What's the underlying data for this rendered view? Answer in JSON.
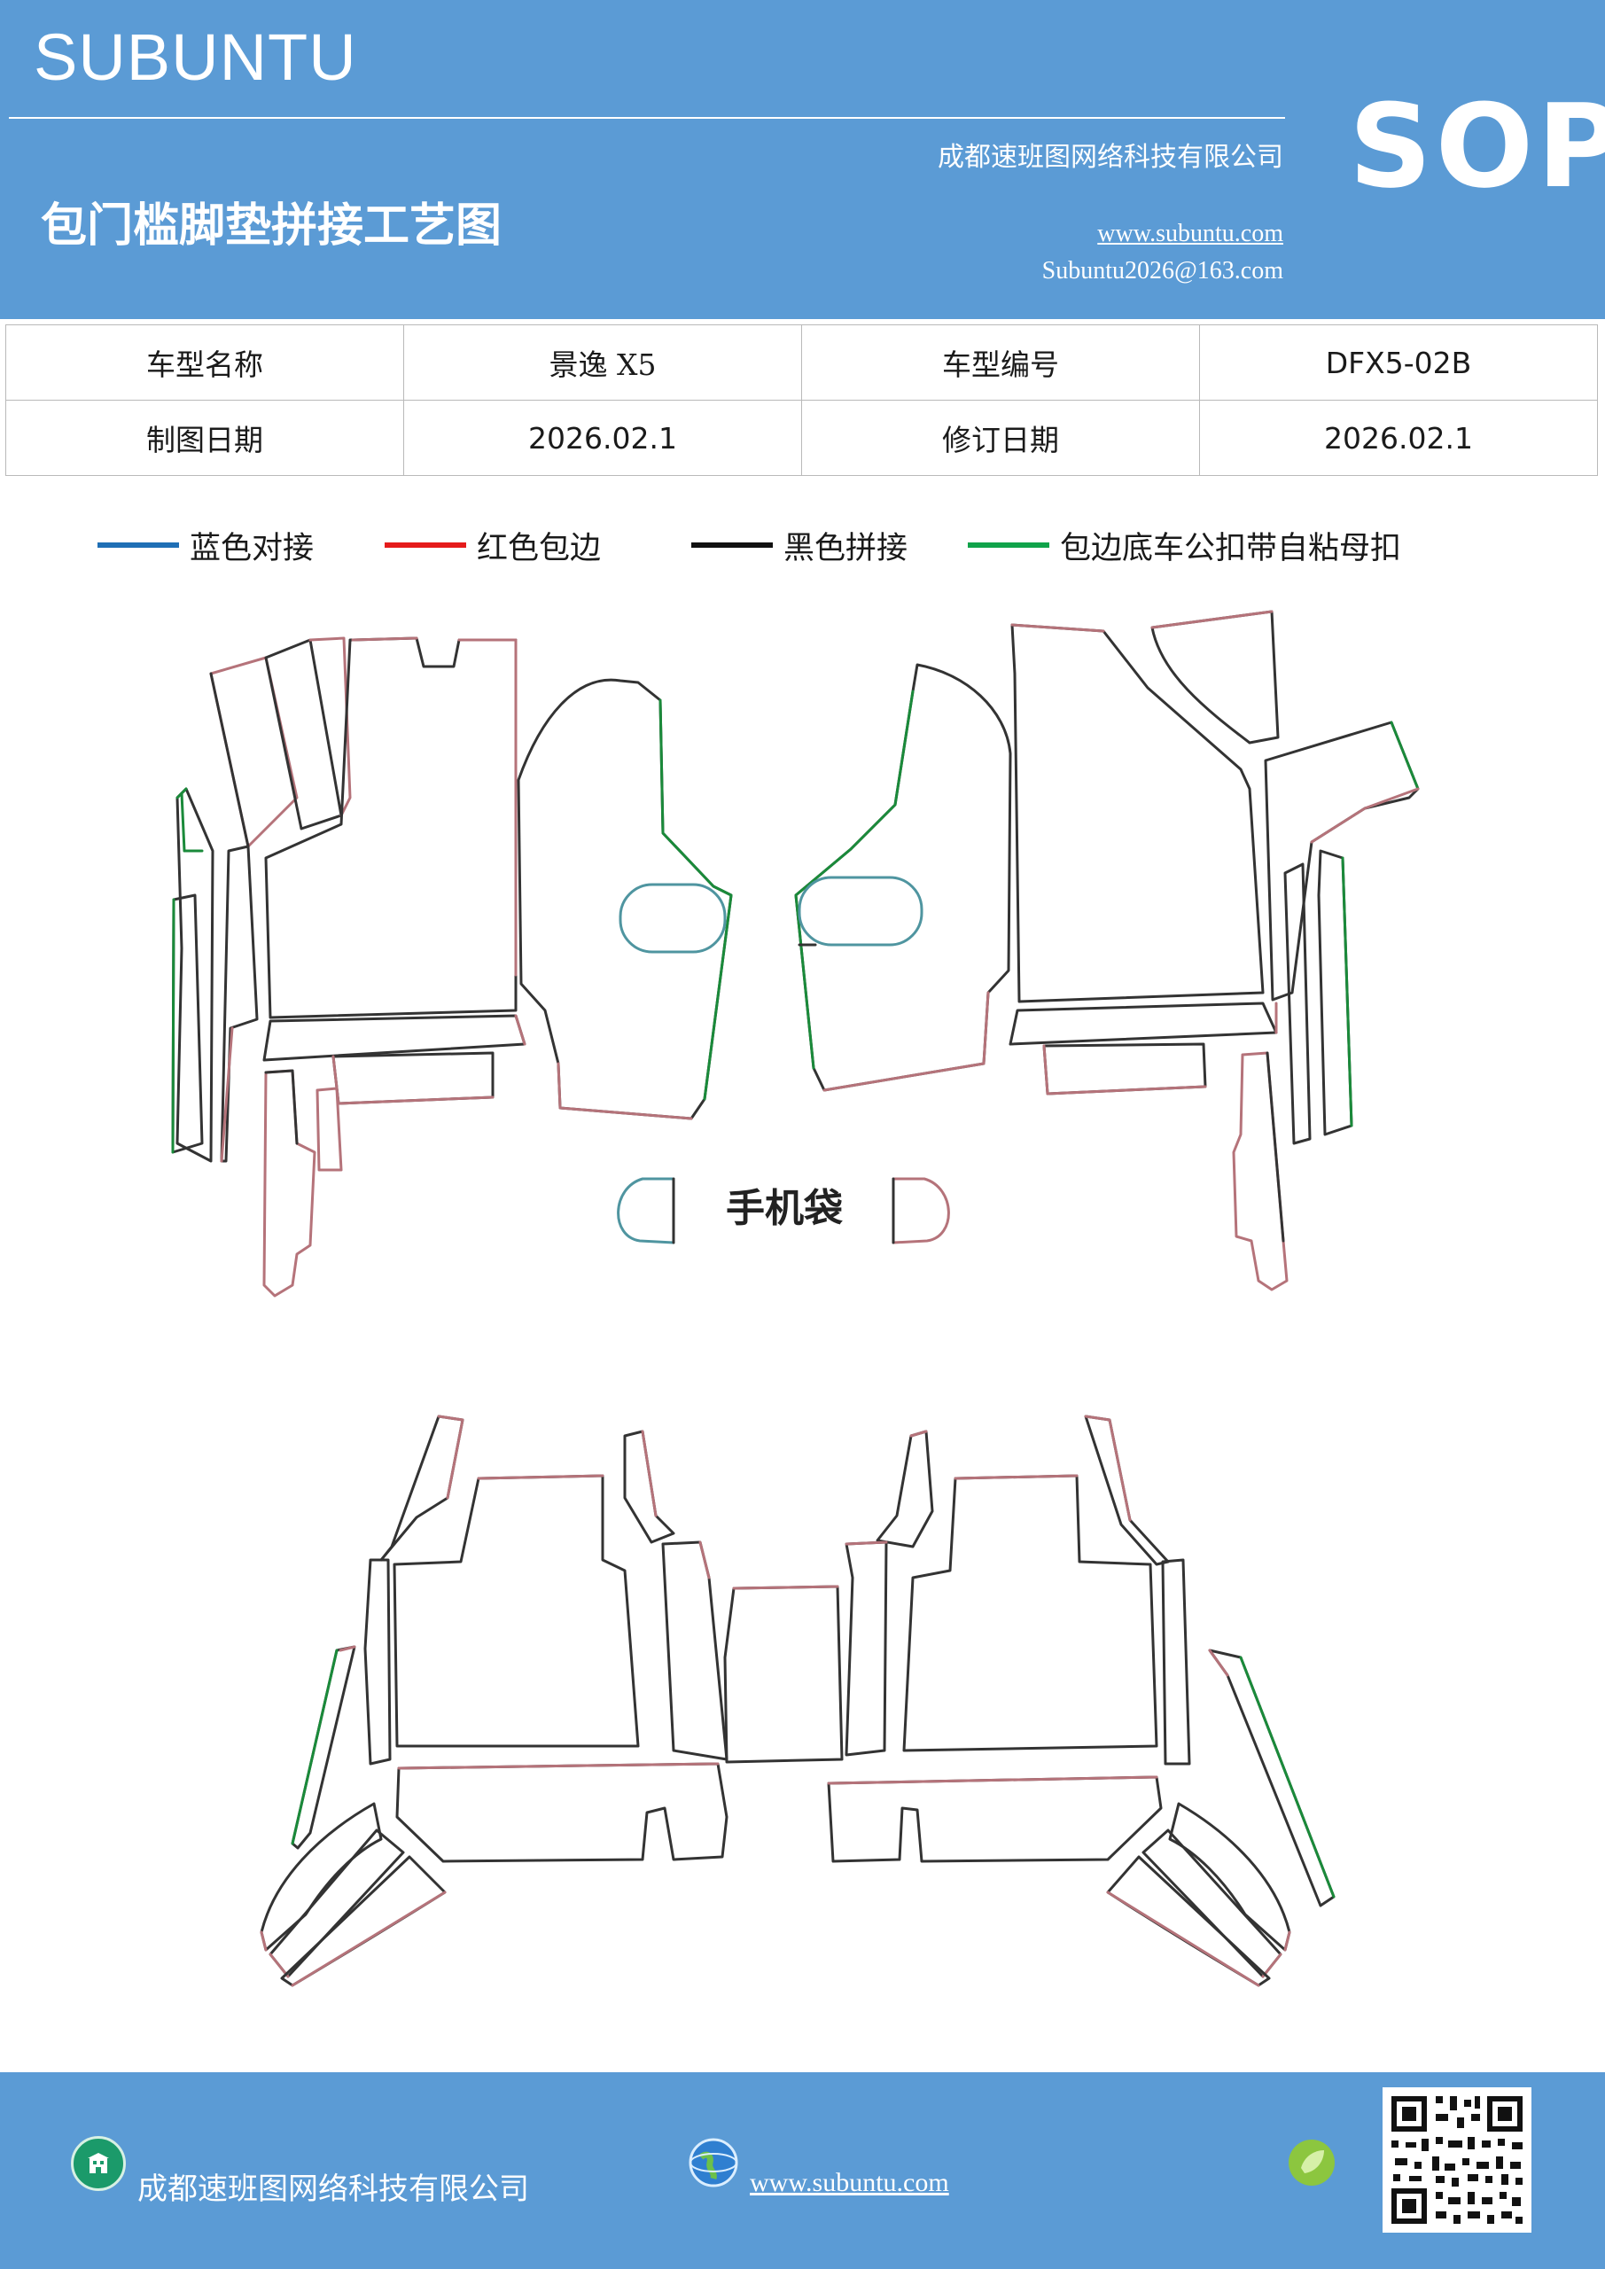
{
  "header": {
    "brand": "SUBUNTU",
    "title": "包门槛脚垫拼接工艺图",
    "company": "成都速班图网络科技有限公司",
    "website": "www.subuntu.com",
    "email": "Subuntu2026@163.com",
    "badge": "SOP"
  },
  "info_table": {
    "r1c1": "车型名称",
    "r1c2": "景逸 X5",
    "r1c3": "车型编号",
    "r1c4": "DFX5-02B",
    "r2c1": "制图日期",
    "r2c2": "2026.02.1",
    "r2c3": "修订日期",
    "r2c4": "2026.02.1"
  },
  "legend": [
    {
      "label": "蓝色对接",
      "color": "#1f6fb5"
    },
    {
      "label": "红色包边",
      "color": "#e51b1b"
    },
    {
      "label": "黑色拼接",
      "color": "#111111"
    },
    {
      "label": "包边底车公扣带自粘母扣",
      "color": "#10a34a"
    }
  ],
  "drawing": {
    "pocket_label": "手机袋",
    "colors": {
      "piece_red": "#b5737a",
      "piece_black": "#333333",
      "piece_green": "#1a8a3a",
      "piece_teal": "#4f95a0"
    }
  },
  "footer": {
    "company": "成都速班图网络科技有限公司",
    "website": "www.subuntu.com",
    "icons": [
      "building-icon",
      "globe-icon",
      "leaf-icon",
      "qr-code"
    ]
  }
}
